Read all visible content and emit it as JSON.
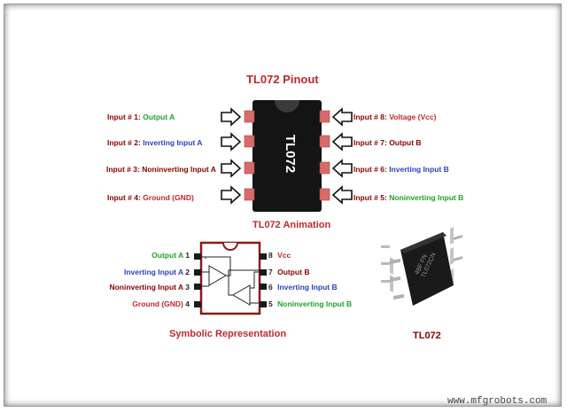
{
  "title": "TL072 Pinout",
  "animation_caption": "TL072 Animation",
  "symbolic_caption": "Symbolic Representation",
  "photo_caption": "TL072",
  "chip_label": "TL072",
  "watermark": "www.mfgrobots.com",
  "input_prefix": "Input #",
  "left_pins": [
    {
      "num": "1",
      "label": "Output A",
      "color": "#1fa32a"
    },
    {
      "num": "2",
      "label": "Inverting Input A",
      "color": "#2c3fc4"
    },
    {
      "num": "3",
      "label": "Noninverting Input A",
      "color": "#8b0000"
    },
    {
      "num": "4",
      "label": "Ground (GND)",
      "color": "#c0282d"
    }
  ],
  "right_pins": [
    {
      "num": "8",
      "label": "Voltage (Vcc)",
      "color": "#c0282d"
    },
    {
      "num": "7",
      "label": "Output B",
      "color": "#8b0000"
    },
    {
      "num": "6",
      "label": "Inverting Input B",
      "color": "#2c3fc4"
    },
    {
      "num": "5",
      "label": "Noninverting Input B",
      "color": "#1fa32a"
    }
  ],
  "symbolic_left": [
    {
      "label": "Output A",
      "num": "1",
      "color": "#1fa32a"
    },
    {
      "label": "Inverting Input A",
      "num": "2",
      "color": "#2c3fc4"
    },
    {
      "label": "Noninverting Input A",
      "num": "3",
      "color": "#8b0000"
    },
    {
      "label": "Ground (GND)",
      "num": "4",
      "color": "#c0282d"
    }
  ],
  "symbolic_right": [
    {
      "num": "8",
      "label": "Vcc",
      "color": "#c0282d"
    },
    {
      "num": "7",
      "label": "Output B",
      "color": "#8b0000"
    },
    {
      "num": "6",
      "label": "Inverting Input B",
      "color": "#2c3fc4"
    },
    {
      "num": "5",
      "label": "Noninverting Input B",
      "color": "#1fa32a"
    }
  ],
  "photo_marking": [
    "TL072CN",
    "4BF FN"
  ]
}
